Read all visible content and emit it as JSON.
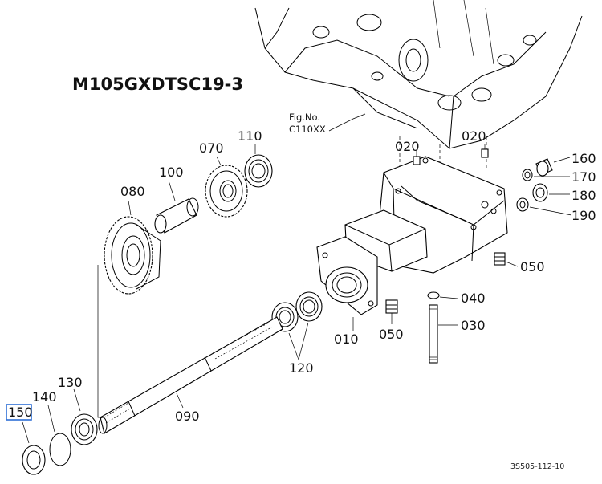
{
  "title": "M105GXDTSC19-3",
  "figure_ref": {
    "line1": "Fig.No.",
    "line2": "C110XX"
  },
  "drawing_code": "3S505-112-10",
  "highlight_color": "#2f6fd6",
  "labels": {
    "p010": "010",
    "p020a": "020",
    "p020b": "020",
    "p030": "030",
    "p040": "040",
    "p050a": "050",
    "p050b": "050",
    "p070": "070",
    "p080": "080",
    "p090": "090",
    "p100": "100",
    "p110": "110",
    "p120": "120",
    "p130": "130",
    "p140": "140",
    "p150": "150",
    "p160": "160",
    "p170": "170",
    "p180": "180",
    "p190": "190"
  }
}
